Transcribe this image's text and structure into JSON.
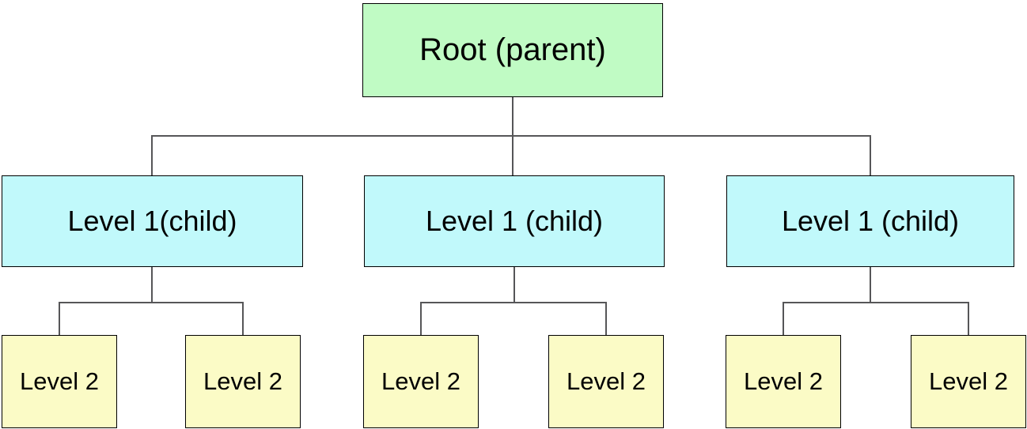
{
  "diagram": {
    "type": "tree",
    "nodes": {
      "root": {
        "id": "root",
        "label": "Root (parent)",
        "fill": "#c0fbc4"
      },
      "level1": [
        {
          "id": "level1-1",
          "label": "Level 1(child)",
          "fill": "#c1f9fb"
        },
        {
          "id": "level1-2",
          "label": "Level 1 (child)",
          "fill": "#c1f9fb"
        },
        {
          "id": "level1-3",
          "label": "Level 1 (child)",
          "fill": "#c1f9fb"
        }
      ],
      "level2": [
        {
          "id": "level2-1",
          "label": "Level 2",
          "fill": "#fbfbc6"
        },
        {
          "id": "level2-2",
          "label": "Level 2",
          "fill": "#fbfbc6"
        },
        {
          "id": "level2-3",
          "label": "Level 2",
          "fill": "#fbfbc6"
        },
        {
          "id": "level2-4",
          "label": "Level 2",
          "fill": "#fbfbc6"
        },
        {
          "id": "level2-5",
          "label": "Level 2",
          "fill": "#fbfbc6"
        },
        {
          "id": "level2-6",
          "label": "Level 2",
          "fill": "#fbfbc6"
        }
      ]
    },
    "edges": [
      {
        "from": "root",
        "to": "level1-1"
      },
      {
        "from": "root",
        "to": "level1-2"
      },
      {
        "from": "root",
        "to": "level1-3"
      },
      {
        "from": "level1-1",
        "to": "level2-1"
      },
      {
        "from": "level1-1",
        "to": "level2-2"
      },
      {
        "from": "level1-2",
        "to": "level2-3"
      },
      {
        "from": "level1-2",
        "to": "level2-4"
      },
      {
        "from": "level1-3",
        "to": "level2-5"
      },
      {
        "from": "level1-3",
        "to": "level2-6"
      }
    ],
    "colors": {
      "root_fill": "#c0fbc4",
      "level1_fill": "#c1f9fb",
      "level2_fill": "#fbfbc6",
      "node_border": "#000000",
      "connector": "#565658",
      "text": "#000000",
      "background": "#ffffff"
    }
  }
}
